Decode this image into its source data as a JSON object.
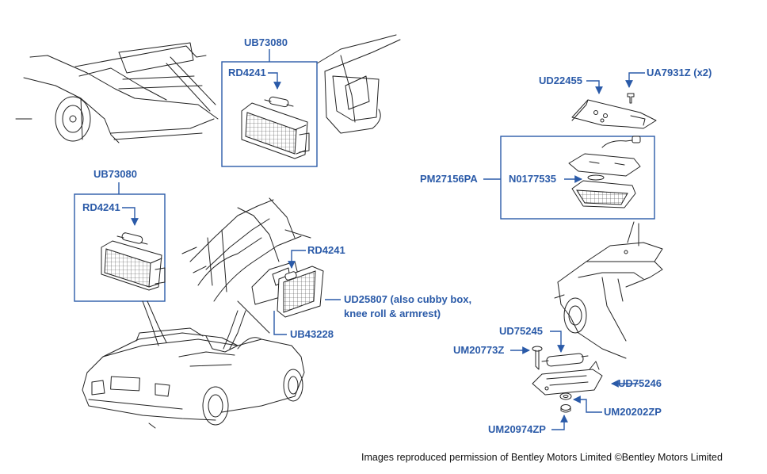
{
  "colors": {
    "label": "#2a5aa8",
    "ink": "#222222"
  },
  "labels": {
    "ub73080_top": "UB73080",
    "rd4241_top": "RD4241",
    "ub73080_left": "UB73080",
    "rd4241_left": "RD4241",
    "rd4241_mid": "RD4241",
    "ud25807_line1": "UD25807 (also cubby box,",
    "ud25807_line2": "knee roll & armrest)",
    "ub43228": "UB43228",
    "ud22455": "UD22455",
    "ua7931z": "UA7931Z (x2)",
    "pm27156pa": "PM27156PA",
    "n0177535": "N0177535",
    "ud75245": "UD75245",
    "um20773z": "UM20773Z",
    "ud75246": "UD75246",
    "um20202zp": "UM20202ZP",
    "um20974zp": "UM20974ZP"
  },
  "credit": "Images reproduced permission of Bentley Motors Limited ©Bentley Motors Limited"
}
